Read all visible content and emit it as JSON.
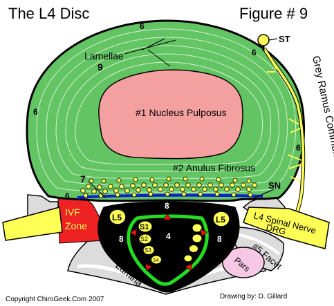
{
  "title": "The L4 Disc",
  "figure": "Figure # 9",
  "labels": {
    "st": "ST",
    "grey_ramus": "Grey Ramus Communicans",
    "lamellae": "Lamellae",
    "nine": "9",
    "nucleus": "#1 Nucleus Pulposus",
    "anulus": "#2 Anulus Fibrosus",
    "seven": "7",
    "sn": "SN",
    "six": "6",
    "eight": "8",
    "four": "4",
    "ivf": "IVF",
    "zone": "Zone",
    "l5": "L5",
    "s1": "S1",
    "s2": "S2",
    "s3": "S3",
    "s4": "S4",
    "spinal_nerve_1": "L4 Spinal Nerve",
    "spinal_nerve_2": "DRG",
    "facet": "#5 Facet",
    "pars": "Pars",
    "lamina": "Lamina"
  },
  "footer": {
    "copyright": "Copyright ChiroGeek.Com 2007",
    "drawing_by": "Drawing by:  D. Gillard"
  },
  "colors": {
    "annulus": "#62c462",
    "nucleus": "#f4a0a0",
    "nerve": "#ffff55",
    "ivf": "#ee2222",
    "canal": "#000000",
    "bone": "#dcdcdc",
    "pars": "#f7c8e6",
    "ligament": "#1122cc",
    "arrow": "#ee1111"
  }
}
